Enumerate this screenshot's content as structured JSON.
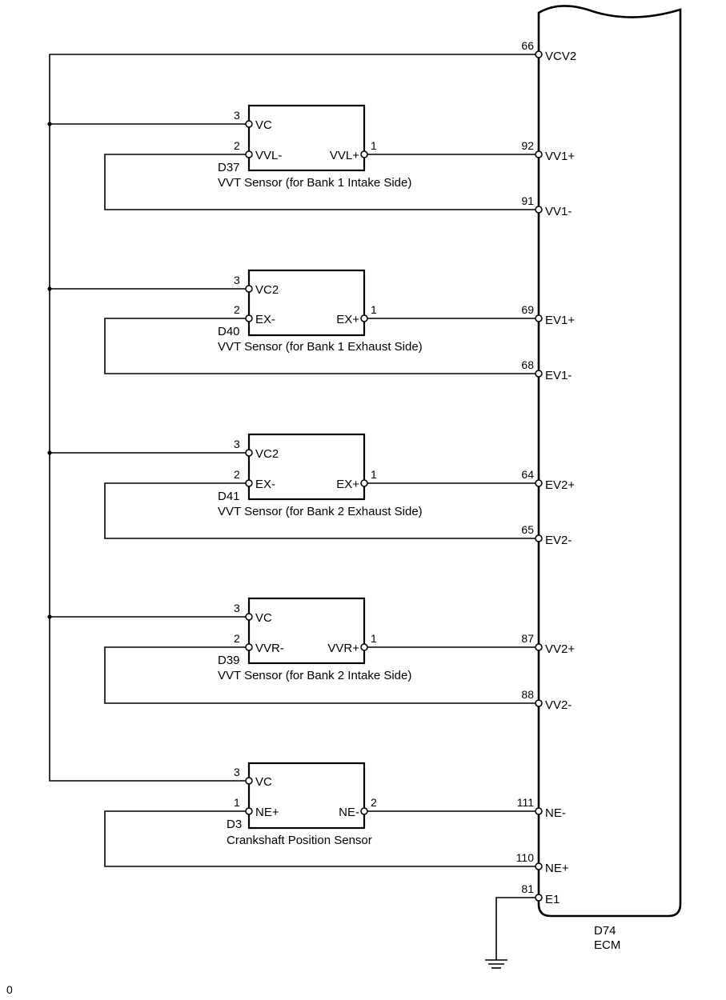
{
  "ecm": {
    "code": "D74",
    "name": "ECM",
    "pins": [
      {
        "num": "66",
        "name": "VCV2"
      },
      {
        "num": "92",
        "name": "VV1+"
      },
      {
        "num": "91",
        "name": "VV1-"
      },
      {
        "num": "69",
        "name": "EV1+"
      },
      {
        "num": "68",
        "name": "EV1-"
      },
      {
        "num": "64",
        "name": "EV2+"
      },
      {
        "num": "65",
        "name": "EV2-"
      },
      {
        "num": "87",
        "name": "VV2+"
      },
      {
        "num": "88",
        "name": "VV2-"
      },
      {
        "num": "111",
        "name": "NE-"
      },
      {
        "num": "110",
        "name": "NE+"
      },
      {
        "num": "81",
        "name": "E1"
      }
    ]
  },
  "sensors": [
    {
      "code": "D37",
      "label": "VVT Sensor (for Bank 1 Intake Side)",
      "pins": [
        {
          "num": "3",
          "name": "VC"
        },
        {
          "num": "2",
          "name": "VVL-"
        },
        {
          "num": "1",
          "name": "VVL+"
        }
      ]
    },
    {
      "code": "D40",
      "label": "VVT Sensor (for Bank 1 Exhaust Side)",
      "pins": [
        {
          "num": "3",
          "name": "VC2"
        },
        {
          "num": "2",
          "name": "EX-"
        },
        {
          "num": "1",
          "name": "EX+"
        }
      ]
    },
    {
      "code": "D41",
      "label": "VVT Sensor (for Bank 2 Exhaust Side)",
      "pins": [
        {
          "num": "3",
          "name": "VC2"
        },
        {
          "num": "2",
          "name": "EX-"
        },
        {
          "num": "1",
          "name": "EX+"
        }
      ]
    },
    {
      "code": "D39",
      "label": "VVT Sensor (for Bank 2 Intake Side)",
      "pins": [
        {
          "num": "3",
          "name": "VC"
        },
        {
          "num": "2",
          "name": "VVR-"
        },
        {
          "num": "1",
          "name": "VVR+"
        }
      ]
    },
    {
      "code": "D3",
      "label": "Crankshaft Position Sensor",
      "pins": [
        {
          "num": "3",
          "name": "VC"
        },
        {
          "num": "1",
          "name": "NE+"
        },
        {
          "num": "2",
          "name": "NE-"
        }
      ]
    }
  ],
  "footer_mark": "0"
}
